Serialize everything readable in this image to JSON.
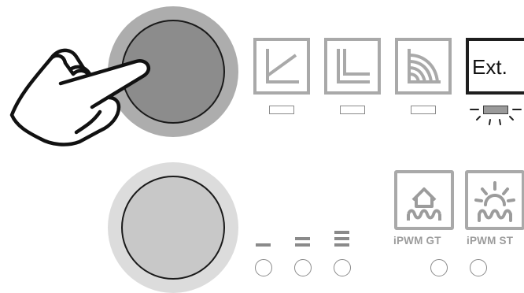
{
  "controls": {
    "top_knob": {
      "state": "pressed",
      "color": "#8c8c8c"
    },
    "bottom_knob": {
      "state": "idle",
      "color": "#c8c8c8"
    },
    "mode_buttons": [
      {
        "icon": "heating-curve-icon"
      },
      {
        "icon": "constant-curve-icon"
      },
      {
        "icon": "radiant-curve-icon"
      },
      {
        "icon": "external-control-icon",
        "label": "Ext.",
        "active": true
      }
    ],
    "level_indicators": [
      1,
      2,
      3
    ],
    "pwm_buttons": [
      {
        "icon": "house-heating-icon",
        "label": "iPWM GT"
      },
      {
        "icon": "sun-heating-icon",
        "label": "iPWM ST"
      }
    ]
  },
  "colors": {
    "button_border": "#a9a9a9",
    "active_border": "#1e1e1e",
    "indicator_gray": "#8a8a8a"
  }
}
